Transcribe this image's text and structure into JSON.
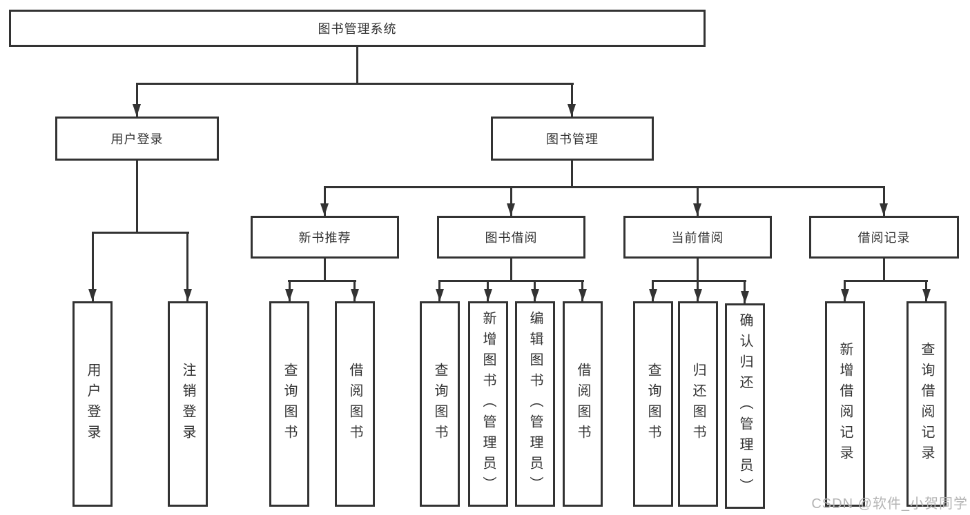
{
  "tree": {
    "label": "图书管理系统",
    "children": [
      {
        "label": "用户登录",
        "children": [
          {
            "label": "用户登录"
          },
          {
            "label": "注销登录"
          }
        ]
      },
      {
        "label": "图书管理",
        "children": [
          {
            "label": "新书推荐",
            "children": [
              {
                "label": "查询图书"
              },
              {
                "label": "借阅图书"
              }
            ]
          },
          {
            "label": "图书借阅",
            "children": [
              {
                "label": "查询图书"
              },
              {
                "label": "新增图书（管理员）"
              },
              {
                "label": "编辑图书（管理员）"
              },
              {
                "label": "借阅图书"
              }
            ]
          },
          {
            "label": "当前借阅",
            "children": [
              {
                "label": "查询图书"
              },
              {
                "label": "归还图书"
              },
              {
                "label": "确认归还（管理员）"
              }
            ]
          },
          {
            "label": "借阅记录",
            "children": [
              {
                "label": "新增借阅记录"
              },
              {
                "label": "查询借阅记录"
              }
            ]
          }
        ]
      }
    ]
  },
  "watermark": {
    "text": "CSDN @软件_小贺同学"
  },
  "colors": {
    "line": "#333333",
    "box_border": "#333333",
    "text": "#333333",
    "watermark": "#b4b4b4",
    "background": "#ffffff"
  }
}
